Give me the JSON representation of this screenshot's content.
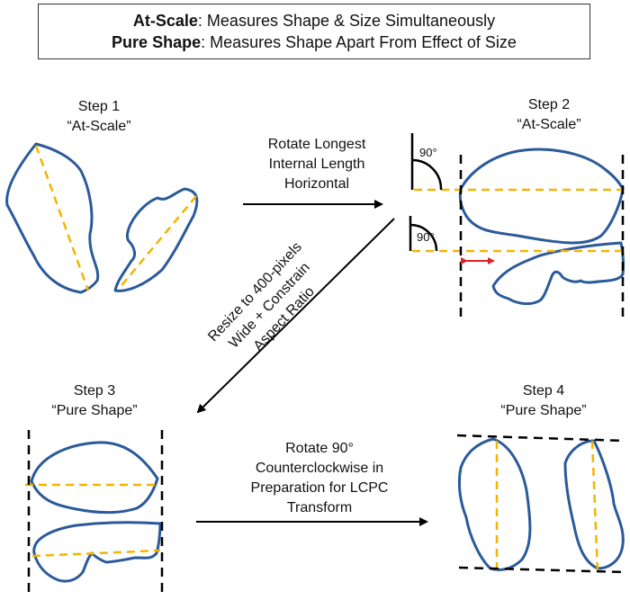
{
  "header": {
    "line1_bold": "At-Scale",
    "line1_rest": ": Measures Shape & Size Simultaneously",
    "line2_bold": "Pure Shape",
    "line2_rest": ": Measures Shape Apart From Effect of Size"
  },
  "steps": [
    {
      "title": "Step 1",
      "subtitle": "“At-Scale”"
    },
    {
      "title": "Step 2",
      "subtitle": "“At-Scale”"
    },
    {
      "title": "Step 3",
      "subtitle": "“Pure Shape”"
    },
    {
      "title": "Step 4",
      "subtitle": "“Pure Shape”"
    }
  ],
  "transitions": {
    "t1": [
      "Rotate Longest",
      "Internal Length",
      "Horizontal"
    ],
    "t2": [
      "Resize to 400-pixels",
      "Wide + Constrain",
      "Aspect Ratio"
    ],
    "t3": [
      "Rotate 90°",
      "Counterclockwise in",
      "Preparation for LCPC",
      "Transform"
    ]
  },
  "angles": {
    "a1": "90°",
    "a2": "90°"
  },
  "colors": {
    "outline": "#2b5a9a",
    "axis": "#f4b400",
    "guide": "#000000",
    "offset_arrow": "#e02020"
  }
}
